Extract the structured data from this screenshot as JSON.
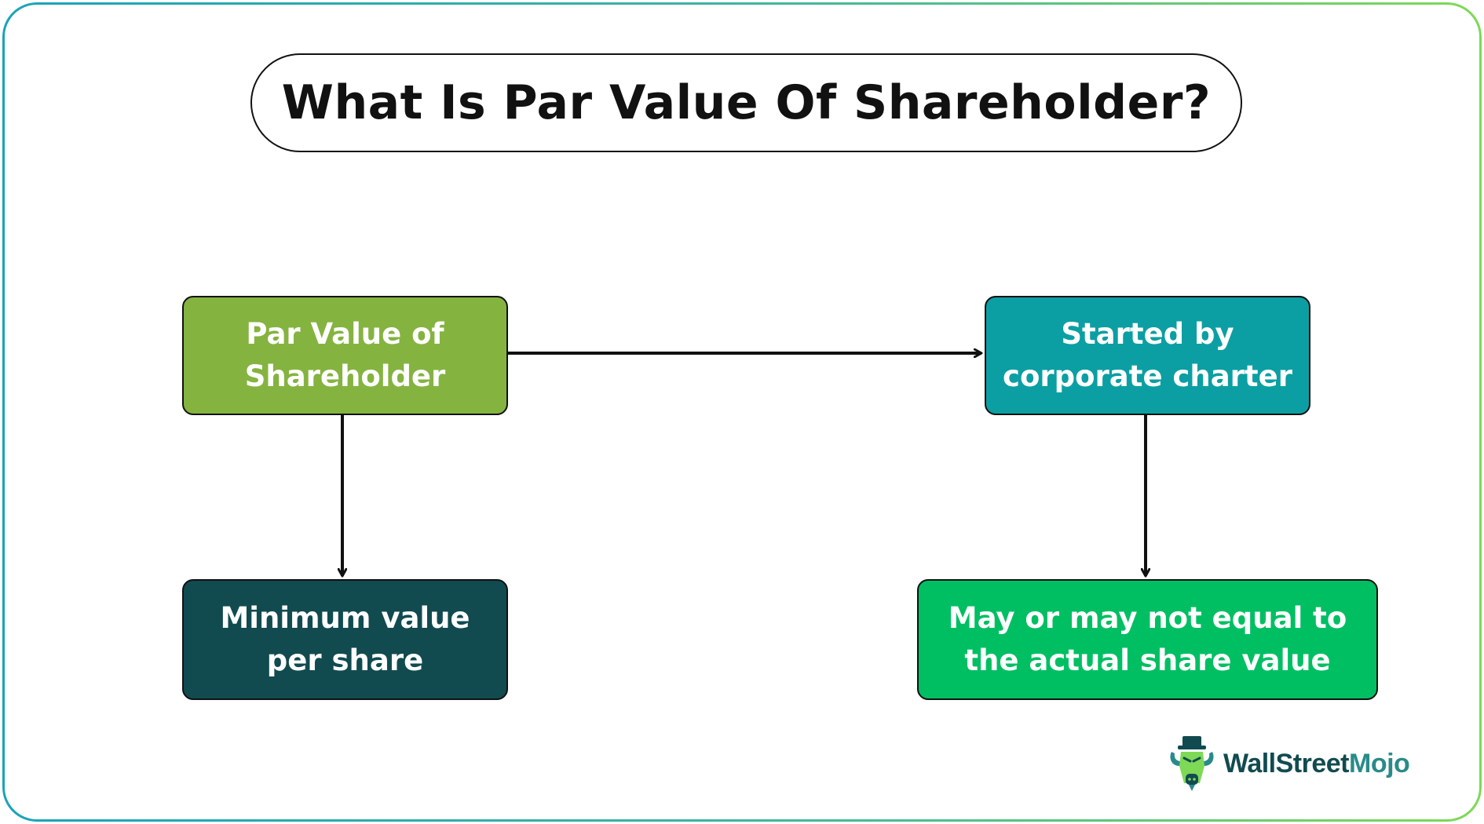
{
  "title": "What Is Par Value Of Shareholder?",
  "nodes": {
    "par_value": {
      "line1": "Par Value of",
      "line2": "Shareholder",
      "color": "#85b340"
    },
    "charter": {
      "line1": "Started by",
      "line2": "corporate charter",
      "color": "#0b9fa3"
    },
    "minimum": {
      "line1": "Minimum value",
      "line2": "per share",
      "color": "#114b50"
    },
    "may_not_equal": {
      "line1": "May or may not equal to",
      "line2": "the actual share value",
      "color": "#00bf63"
    }
  },
  "edges": [
    {
      "from": "par_value",
      "to": "charter"
    },
    {
      "from": "par_value",
      "to": "minimum"
    },
    {
      "from": "charter",
      "to": "may_not_equal"
    }
  ],
  "logo": {
    "part1": "WallStreet",
    "part2": "Mojo",
    "icon": "wallstreetmojo-mascot-icon"
  }
}
